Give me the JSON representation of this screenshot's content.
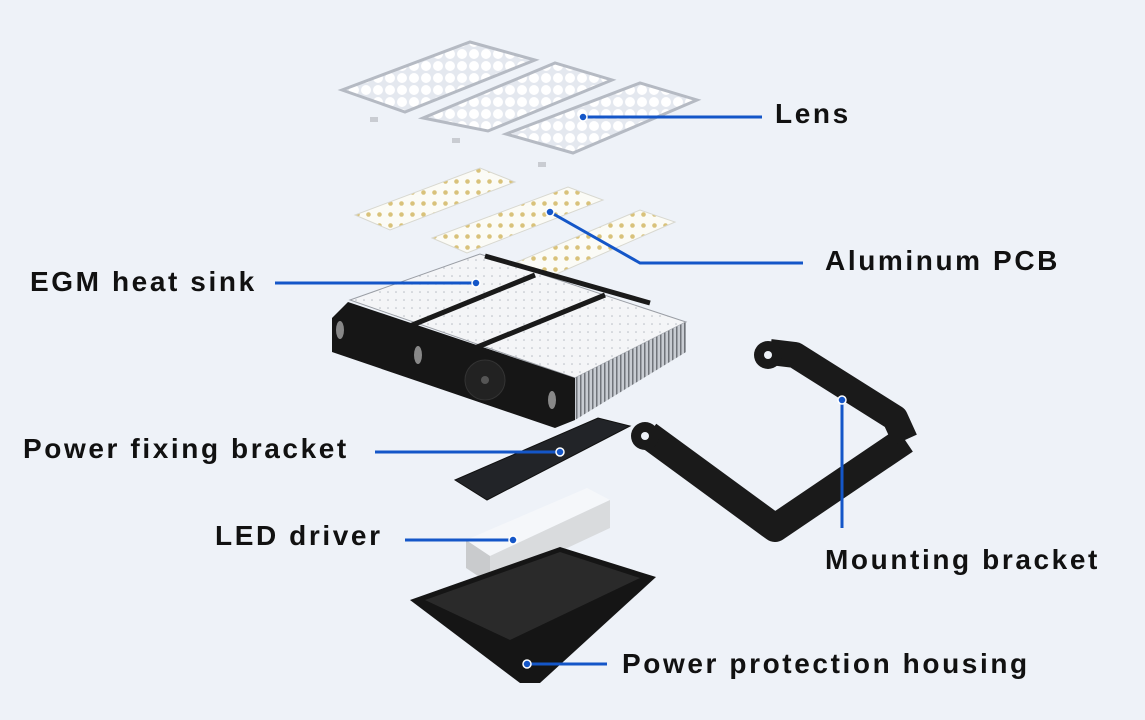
{
  "colors": {
    "background": "#eef2f8",
    "leader_line": "#1456c8",
    "text": "#111111"
  },
  "labels": {
    "lens": "Lens",
    "aluminum_pcb": "Aluminum PCB",
    "heat_sink": "EGM heat sink",
    "power_fixing_bracket": "Power fixing bracket",
    "led_driver": "LED driver",
    "mounting_bracket": "Mounting bracket",
    "power_protection_housing": "Power protection housing"
  }
}
